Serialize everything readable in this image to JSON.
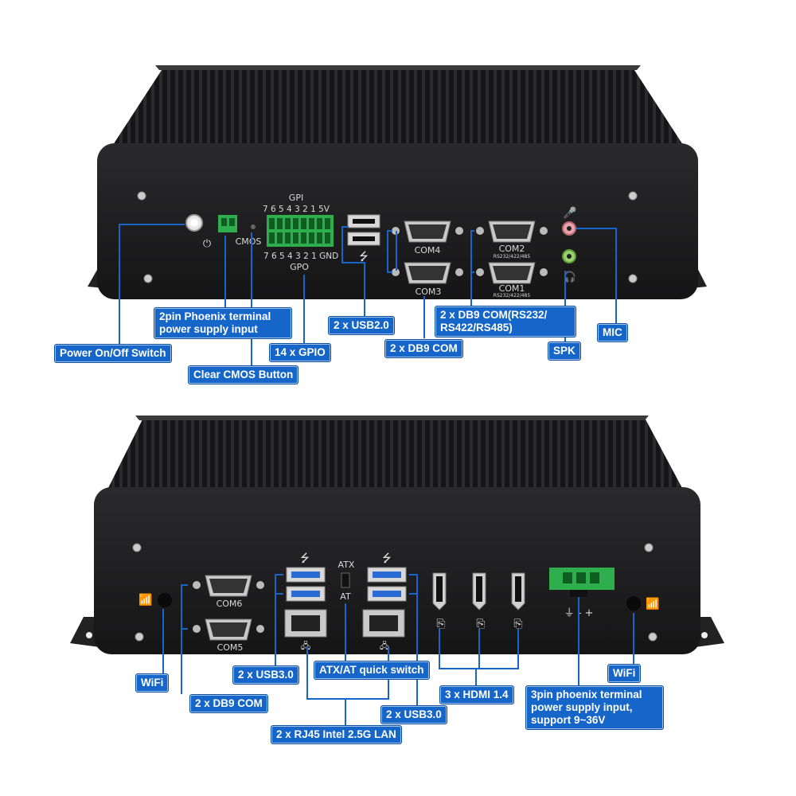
{
  "top_unit": {
    "silk": {
      "gpi": "GPI",
      "gpi_numbers": "7 6 5 4 3 2 1 5V",
      "gpo_numbers": "7 6 5 4 3 2 1 GND",
      "gpo": "GPO",
      "cmos": "CMOS",
      "com4": "COM4",
      "com3": "COM3",
      "com2": "COM2",
      "com1": "COM1",
      "rs_small_1": "RS232/422/485",
      "rs_small_2": "RS232/422/485"
    },
    "callouts": {
      "power_switch": "Power On/Off Switch",
      "phoenix_2pin_line1": "2pin Phoenix terminal",
      "phoenix_2pin_line2": "power supply input",
      "clear_cmos": "Clear CMOS Button",
      "gpio": "14 x GPIO",
      "usb2": "2 x USB2.0",
      "db9_com": "2 x DB9 COM",
      "db9_rs_line1": "2 x DB9 COM(RS232/",
      "db9_rs_line2": "RS422/RS485)",
      "spk": "SPK",
      "mic": "MIC"
    }
  },
  "bottom_unit": {
    "silk": {
      "atx": "ATX",
      "at": "AT",
      "com6": "COM6",
      "com5": "COM5",
      "polarity": "⏚ - +"
    },
    "callouts": {
      "wifi_left": "WiFi",
      "db9_com": "2 x DB9 COM",
      "usb3_left": "2 x USB3.0",
      "atx_switch": "ATX/AT quick switch",
      "usb3_right": "2 x USB3.0",
      "rj45": "2 x RJ45 Intel 2.5G LAN",
      "hdmi": "3 x HDMI 1.4",
      "wifi_right": "WiFi",
      "phoenix_3pin_line1": "3pin phoenix terminal",
      "phoenix_3pin_line2": "power supply input,",
      "phoenix_3pin_line3": "support 9~36V"
    }
  },
  "colors": {
    "callout_bg": "#1566c8",
    "leader_line": "#1566c8",
    "chassis": "#1c1c1e",
    "terminal_green": "#2fae4e"
  }
}
